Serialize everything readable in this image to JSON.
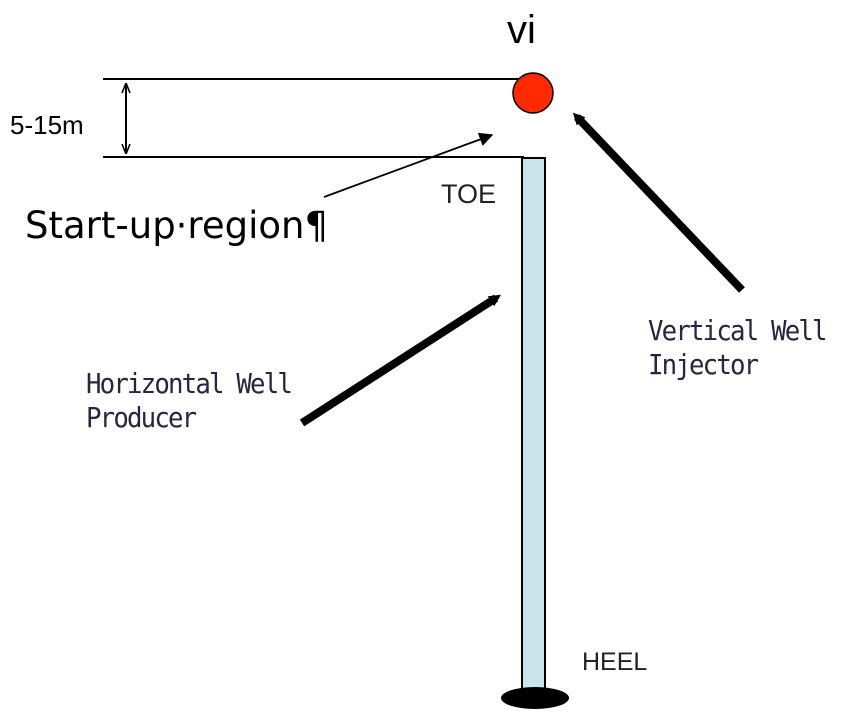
{
  "labels": {
    "injector_symbol": "vi",
    "spacing": "5-15m",
    "startup_region": "Start-up·region¶",
    "toe": "TOE",
    "heel": "HEEL",
    "producer": [
      "Horizontal Well",
      "Producer"
    ],
    "injector": [
      "Vertical Well",
      "Injector"
    ]
  },
  "colors": {
    "injector_dot": "#ff2a00",
    "producer_well_fill": "#c9e4ea",
    "lines": "#000000"
  }
}
